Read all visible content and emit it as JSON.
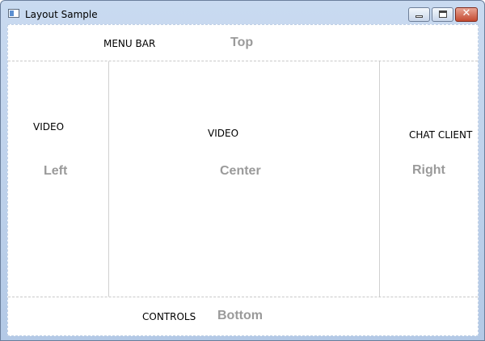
{
  "window": {
    "title": "Layout Sample",
    "controls": {
      "minimize": "minimize",
      "maximize": "maximize",
      "close": "✕"
    }
  },
  "regions": {
    "top": {
      "content_label": "MENU BAR",
      "region_name": "Top"
    },
    "left": {
      "content_label": "VIDEO",
      "region_name": "Left"
    },
    "center": {
      "content_label": "VIDEO",
      "region_name": "Center"
    },
    "right": {
      "content_label": "CHAT CLIENT",
      "region_name": "Right"
    },
    "bottom": {
      "content_label": "CONTROLS",
      "region_name": "Bottom"
    }
  }
}
